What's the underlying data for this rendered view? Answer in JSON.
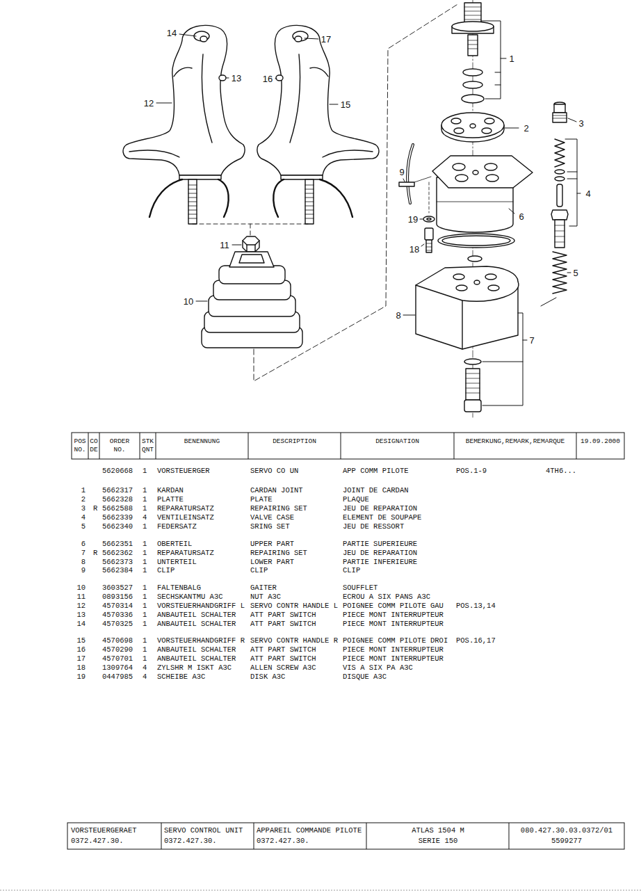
{
  "diagram": {
    "labels": [
      "14",
      "17",
      "13",
      "16",
      "12",
      "15",
      "11",
      "10",
      "1",
      "2",
      "3",
      "4",
      "5",
      "9",
      "6",
      "19",
      "18",
      "8",
      "7",
      "POS NO.",
      "CO DE",
      "ORDER NO.",
      "STK QNT",
      "BENENNUNG",
      "DESCRIPTION",
      "DESIGNATION",
      "BEMERKUNG,REMARK,REMARQUE",
      "19.09.2000",
      "5620668",
      "1",
      "VORSTEUERGER",
      "SERVO CO UN",
      "APP COMM PILOTE",
      "POS.1-9",
      "4TH6...",
      "1",
      "5662317",
      "1",
      "KARDAN",
      "CARDAN JOINT",
      "JOINT DE CARDAN",
      "2",
      "5662328",
      "1",
      "PLATTE",
      "PLATE",
      "PLAQUE",
      "3",
      "R",
      "5662588",
      "1",
      "REPARATURSATZ",
      "REPAIRING SET",
      "JEU DE REPARATION",
      "4",
      "5662339",
      "4",
      "VENTILEINSATZ",
      "VALVE CASE",
      "ELEMENT DE SOUPAPE",
      "5",
      "5662340",
      "1",
      "FEDERSATZ",
      "SRING SET",
      "JEU DE RESSORT",
      "6",
      "5662351",
      "1",
      "OBERTEIL",
      "UPPER PART",
      "PARTIE SUPERIEURE",
      "7",
      "R",
      "5662362",
      "1",
      "REPARATURSATZ",
      "REPAIRING SET",
      "JEU DE REPARATION",
      "8",
      "5662373",
      "1",
      "UNTERTEIL",
      "LOWER PART",
      "PARTIE INFERIEURE",
      "9",
      "5662384",
      "1",
      "CLIP",
      "CLIP",
      "CLIP",
      "10",
      "3603527",
      "1",
      "FALTENBALG",
      "GAITER",
      "SOUFFLET",
      "11",
      "0893156",
      "1",
      "SECHSKANTMU A3C",
      "NUT A3C",
      "ECROU A SIX PANS A3C",
      "12",
      "4570314",
      "1",
      "VORSTEUERHANDGRIFF L",
      "SERVO CONTR HANDLE L",
      "POIGNEE COMM PILOTE GAU",
      "POS.13,14",
      "13",
      "4570336",
      "1",
      "ANBAUTEIL SCHALTER",
      "ATT PART SWITCH",
      "PIECE MONT INTERRUPTEUR",
      "14",
      "4570325",
      "1",
      "ANBAUTEIL SCHALTER",
      "ATT PART SWITCH",
      "PIECE MONT INTERRUPTEUR",
      "15",
      "4570698",
      "1",
      "VORSTEUERHANDGRIFF R",
      "SERVO CONTR HANDLE R",
      "POIGNEE COMM PILOTE DROI",
      "POS.16,17",
      "16",
      "4570290",
      "1",
      "ANBAUTEIL SCHALTER",
      "ATT PART SWITCH",
      "PIECE MONT INTERRUPTEUR",
      "17",
      "4570701",
      "1",
      "ANBAUTEIL SCHALTER",
      "ATT PART SWITCH",
      "PIECE MONT INTERRUPTEUR",
      "18",
      "1309764",
      "4",
      "ZYLSHR M ISKT A3C",
      "ALLEN SCREW A3C",
      "VIS A SIX PA A3C",
      "19",
      "0447985",
      "4",
      "SCHEIBE A3C",
      "DISK A3C",
      "DISQUE A3C",
      "VORSTEUERGERAET",
      "0372.427.30.",
      "SERVO CONTROL UNIT",
      "0372.427.30.",
      "APPAREIL COMMANDE PILOTE",
      "0372.427.30.",
      "ATLAS 1504 M",
      "SERIE 150",
      "080.427.30.03.0372/01",
      "5599277"
    ]
  }
}
